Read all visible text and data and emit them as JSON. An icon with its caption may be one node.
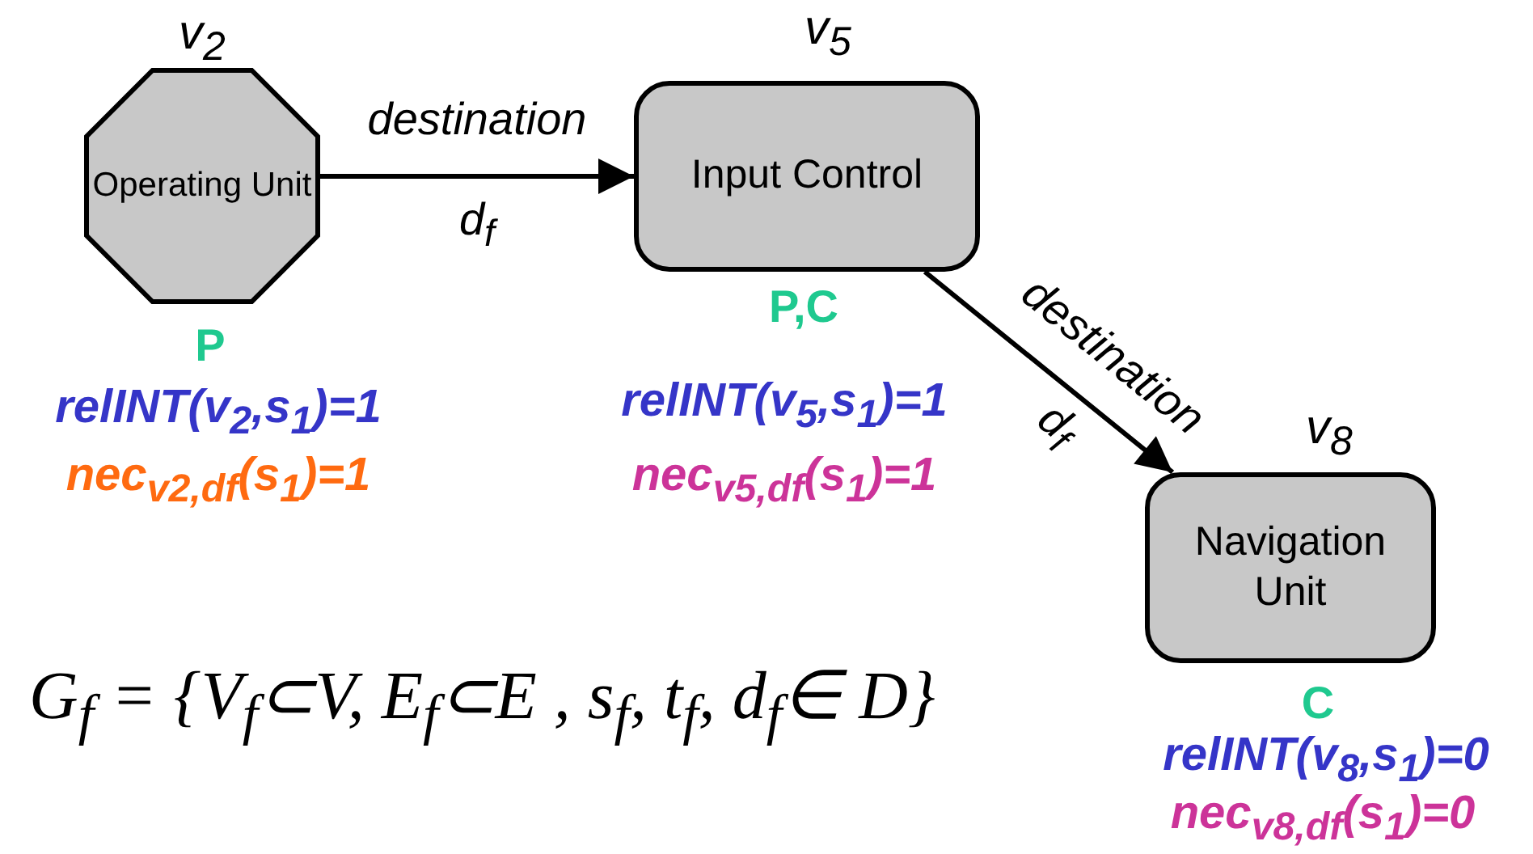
{
  "diagram": {
    "nodes": [
      {
        "text": [
          "Operating Unit"
        ],
        "beside": [
          "v$_{2}$",
          "P",
          "relINT(v$_{2}$,s$_{1}$)=1",
          "nec$_{v2,df}$(s$_{1}$)=1"
        ]
      },
      {
        "text": [
          "Input Control"
        ],
        "beside": [
          "v$_{5}$",
          "P,C",
          "relINT(v$_{5}$,s$_{1}$)=1",
          "nec$_{v5,df}$(s$_{1}$)=1"
        ]
      },
      {
        "text": [
          "Navigation Unit"
        ],
        "beside": [
          "v$_{8}$",
          "C",
          "relINT(v$_{8}$,s$_{1}$)=0",
          "nec$_{v8,df}$(s$_{1}$)=0"
        ]
      }
    ],
    "edges": [
      {
        "from": 0,
        "to": 1,
        "arrow": "to",
        "label": "destination d$_{f}$"
      },
      {
        "from": 1,
        "to": 2,
        "arrow": "to",
        "label": "destination d$_{f}$"
      }
    ],
    "labels": [
      "G$_{f}$ = {V$_{f}$⊂V, E$_{f}$⊂E , s$_{f}$, t$_{f}$, d$_{f}$∈ D}"
    ]
  }
}
